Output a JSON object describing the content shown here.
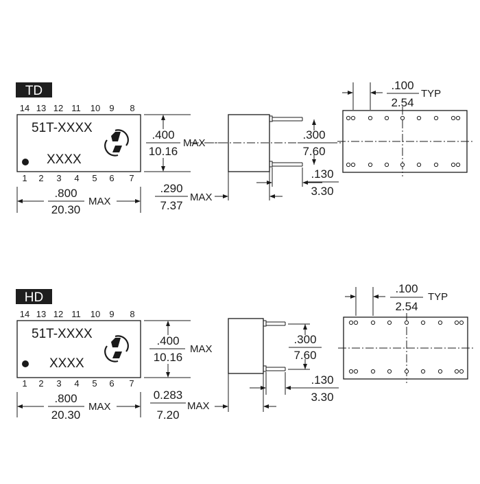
{
  "variants": [
    {
      "tag": "TD",
      "top_pins": [
        "14",
        "13",
        "12",
        "11",
        "10",
        "9",
        "8"
      ],
      "bottom_pins": [
        "1",
        "2",
        "3",
        "4",
        "5",
        "6",
        "7"
      ],
      "part_number": "51T-XXXX",
      "date_code": "XXXX",
      "height": {
        "inch": ".400",
        "mm": "10.16",
        "suffix": "MAX"
      },
      "length": {
        "inch": ".800",
        "mm": "20.30",
        "suffix": "MAX"
      },
      "width": {
        "inch": ".290",
        "mm": "7.37",
        "suffix": "MAX"
      },
      "row_spacing": {
        "inch": ".300",
        "mm": "7.60"
      },
      "lead_length": {
        "inch": ".130",
        "mm": "3.30"
      },
      "pitch": {
        "inch": ".100",
        "mm": "2.54",
        "suffix": "TYP"
      }
    },
    {
      "tag": "HD",
      "top_pins": [
        "14",
        "13",
        "12",
        "11",
        "10",
        "9",
        "8"
      ],
      "bottom_pins": [
        "1",
        "2",
        "3",
        "4",
        "5",
        "6",
        "7"
      ],
      "part_number": "51T-XXXX",
      "date_code": "XXXX",
      "height": {
        "inch": ".400",
        "mm": "10.16",
        "suffix": "MAX"
      },
      "length": {
        "inch": ".800",
        "mm": "20.30",
        "suffix": "MAX"
      },
      "width": {
        "inch": "0.283",
        "mm": "7.20",
        "suffix": "MAX"
      },
      "row_spacing": {
        "inch": ".300",
        "mm": "7.60"
      },
      "lead_length": {
        "inch": ".130",
        "mm": "3.30"
      },
      "pitch": {
        "inch": ".100",
        "mm": "2.54",
        "suffix": "TYP"
      }
    }
  ]
}
